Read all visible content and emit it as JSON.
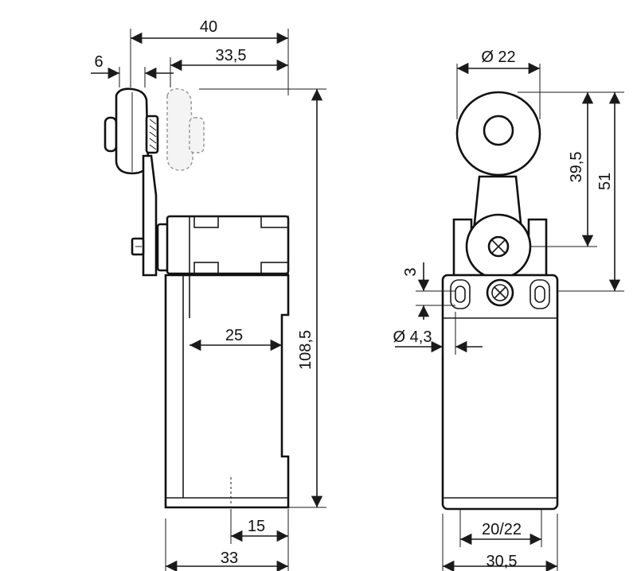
{
  "side_view": {
    "dims": {
      "overall_width": "40",
      "roller_offset": "6",
      "arm_reach": "33,5",
      "body_depth_inner": "25",
      "height": "108,5",
      "base_inner": "15",
      "base_outer": "33"
    }
  },
  "front_view": {
    "dims": {
      "roller_diameter": "Ø 22",
      "roller_center_height": "39,5",
      "total_height": "51",
      "slot_height": "3",
      "hole_diameter": "Ø 4,3",
      "mount_spacing": "20/22",
      "body_width": "30,5"
    }
  }
}
